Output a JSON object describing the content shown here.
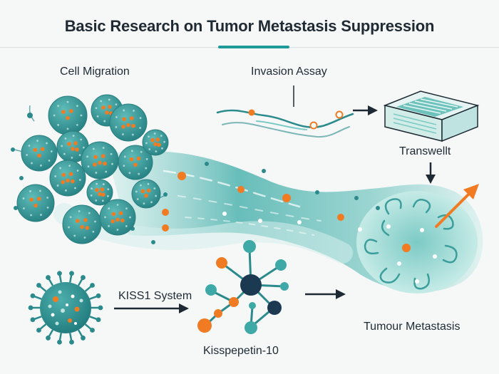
{
  "title": "Basic Research on Tumor Metastasis Suppression",
  "labels": {
    "cell_migration": "Cell Migration",
    "invasion_assay": "Invasion Assay",
    "transwell": "Transwellt",
    "kiss1_system": "KISS1 System",
    "kisspeptin": "Kisspepetin-10",
    "tumour_metastasis": "Tumour Metastasis"
  },
  "colors": {
    "teal_dark": "#2b8a8c",
    "teal": "#3fa9a8",
    "teal_light": "#bfe3e0",
    "orange": "#f07b22",
    "navy": "#1b3a52",
    "text": "#1e2a33"
  }
}
